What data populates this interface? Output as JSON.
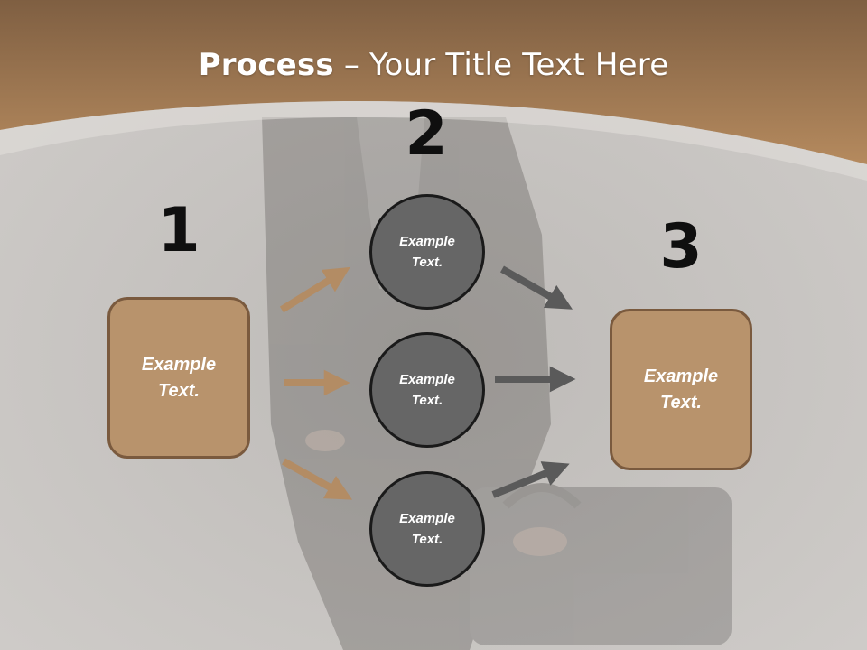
{
  "slide": {
    "title_bold": "Process",
    "title_rest": " – Your Title Text Here"
  },
  "steps": {
    "step1_number": "1",
    "step2_number": "2",
    "step3_number": "3"
  },
  "nodes": {
    "left_box_text": "Example\nText.",
    "circle_top_text": "Example\nText.",
    "circle_middle_text": "Example\nText.",
    "circle_bottom_text": "Example\nText.",
    "right_box_text": "Example\nText."
  },
  "colors": {
    "header_brown": "#a27a55",
    "box_fill": "#b8936c",
    "box_border": "#7a5a3e",
    "circle_fill": "#666666",
    "arrow_tan": "#b38c64",
    "arrow_gray": "#5a5a5a"
  }
}
